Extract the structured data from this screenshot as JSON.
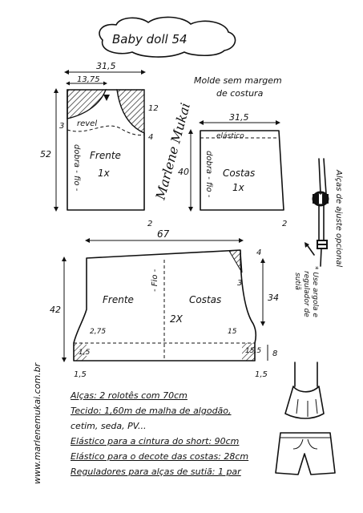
{
  "title": "Baby doll 54",
  "header_note": [
    "Molde sem margem",
    "de costura"
  ],
  "website": "www.marlenemukai.com.br",
  "signature": "Marlene Mukai",
  "front_top": {
    "width": "31,5",
    "neck": "13,75",
    "height": "52",
    "armhole": "12",
    "fold_mark": "3",
    "side_mark": "4",
    "bottom_mark": "2",
    "label": "Frente",
    "count": "1x",
    "fold": "dobra - fio -",
    "edge": "revel"
  },
  "back_top": {
    "width": "31,5",
    "height": "40",
    "bottom_mark": "2",
    "label": "Costas",
    "count": "1x",
    "fold": "dobra - fio -",
    "edge": "elástico"
  },
  "shorts": {
    "width": "67",
    "left_height": "42",
    "right_height": "34",
    "top_right": "4",
    "crotch": "3",
    "hem_left": "2,75",
    "hem_right": "15",
    "cuff_left": "1,5",
    "cuff_right": "15,5",
    "cuff_mark": "8",
    "bottom_left": "1,5",
    "bottom_right": "1,5",
    "front_label": "Frente",
    "back_label": "Costas",
    "grain": "- Fio -",
    "count": "2X"
  },
  "strap_note": [
    "Alças de ajuste opcional",
    "* Use argola e",
    "regulador de",
    "sutiã"
  ],
  "notes": [
    "Alças: 2 rolotês com 70cm",
    "Tecido: 1,60m de malha de algodão,",
    "cetim, seda, PV...",
    "Elástico para a cintura do short: 90cm",
    "Elástico para o decote das costas: 28cm",
    "Reguladores para alças de sutiã: 1 par"
  ],
  "colors": {
    "ink": "#111111",
    "background": "#ffffff"
  }
}
